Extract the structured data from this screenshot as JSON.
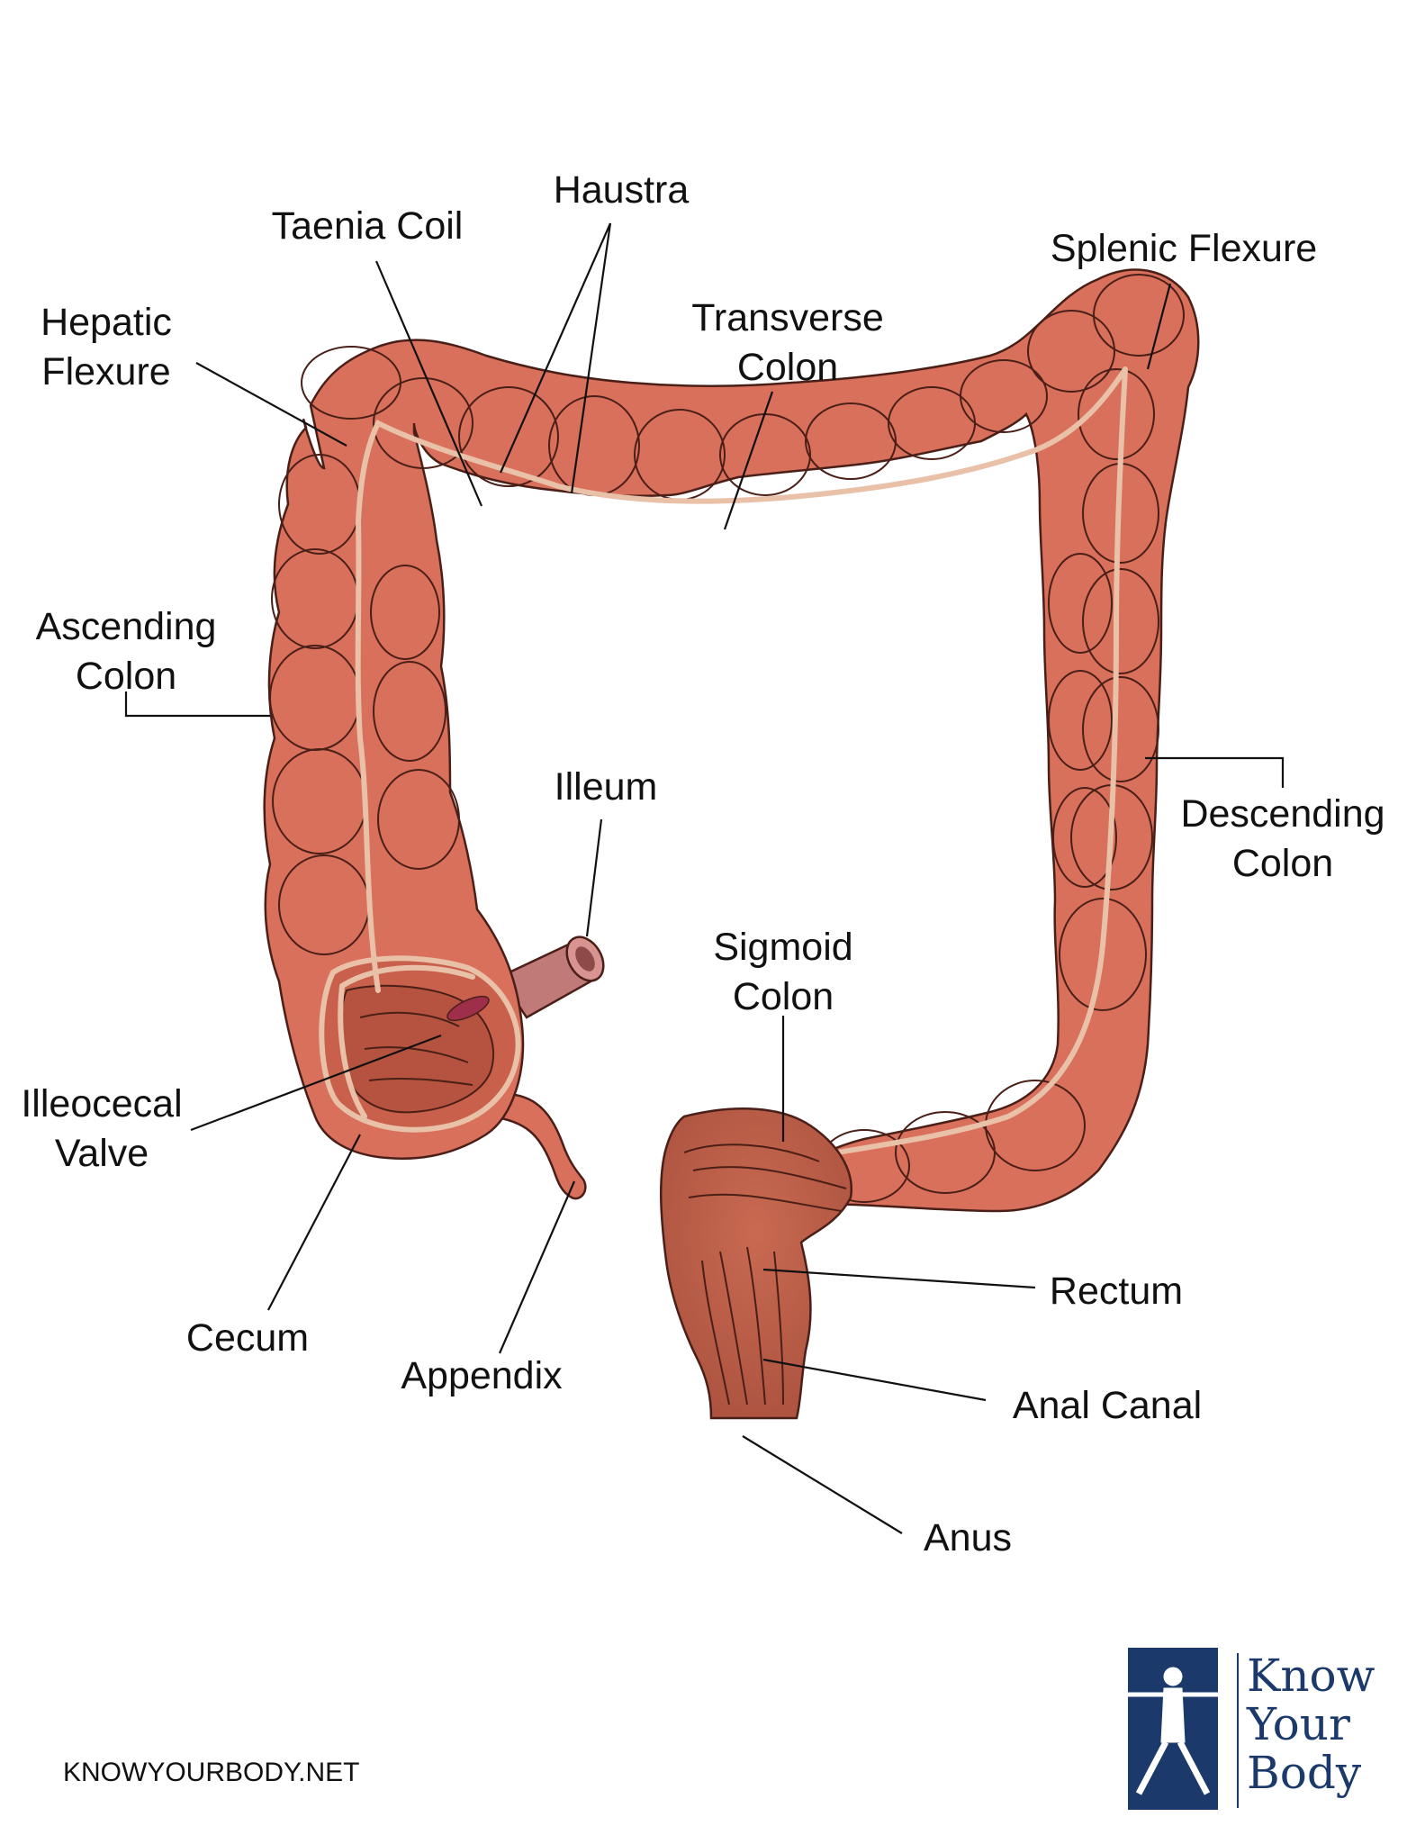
{
  "labels": {
    "haustra": "Haustra",
    "taenia_coil": "Taenia Coil",
    "splenic_flexure": "Splenic Flexure",
    "hepatic_flexure": [
      "Hepatic",
      "Flexure"
    ],
    "transverse_colon": [
      "Transverse",
      "Colon"
    ],
    "ascending_colon": [
      "Ascending",
      "Colon"
    ],
    "descending_colon": [
      "Descending",
      "Colon"
    ],
    "illeum": "Illeum",
    "sigmoid_colon": [
      "Sigmoid",
      "Colon"
    ],
    "illeocecal_valve": [
      "Illeocecal",
      "Valve"
    ],
    "cecum": "Cecum",
    "appendix": "Appendix",
    "rectum": "Rectum",
    "anal_canal": "Anal Canal",
    "anus": "Anus"
  },
  "footer": {
    "website": "KNOWYOURBODY.NET"
  },
  "logo": {
    "words": [
      "Know",
      "Your",
      "Body"
    ],
    "brand_color": "#1b3a6b"
  },
  "colors": {
    "colon_fill": "#d9705c",
    "colon_highlight": "#ef8a72",
    "colon_shadow": "#b85a47",
    "taenia": "#e9c0a8",
    "rectum_fill": "#b85a45",
    "illeum_fill": "#c07a78"
  }
}
